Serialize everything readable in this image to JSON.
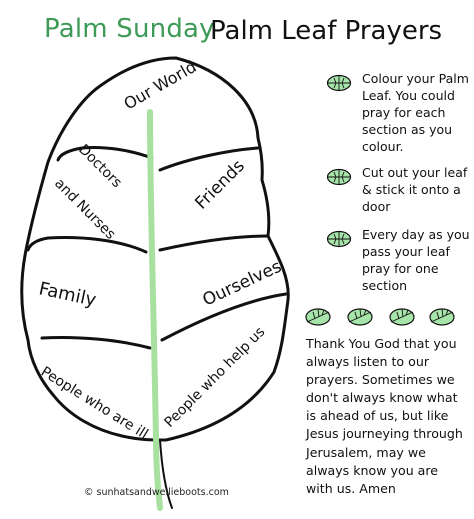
{
  "header": {
    "accent_title": "Palm Sunday",
    "main_title": "Palm Leaf Prayers"
  },
  "leaf_sections": {
    "our_world": "Our World",
    "doctors_line1": "Doctors",
    "doctors_line2": "and Nurses",
    "friends": "Friends",
    "family": "Family",
    "ourselves": "Ourselves",
    "people_ill": "People who are ill",
    "people_help": "People who help us"
  },
  "steps": [
    {
      "text": "Colour your Palm Leaf. You could pray for each section as you colour."
    },
    {
      "text": "Cut out your leaf & stick it onto a door"
    },
    {
      "text": "Every day as you pass your leaf pray for one section"
    }
  ],
  "prayer": "Thank You God that you always listen to our prayers. Sometimes we don't always know what is ahead of us, but like Jesus journeying through Jerusalem, may we always know you are with us. Amen",
  "footer": {
    "copyright": "© sunhatsandwellieboots.com"
  },
  "colors": {
    "accent_green": "#3f9a57",
    "leaf_stem": "#a8e0a0",
    "icon_fill": "#a7e4a9",
    "outline": "#111111"
  },
  "icons": [
    "palm-leaf-icon"
  ]
}
